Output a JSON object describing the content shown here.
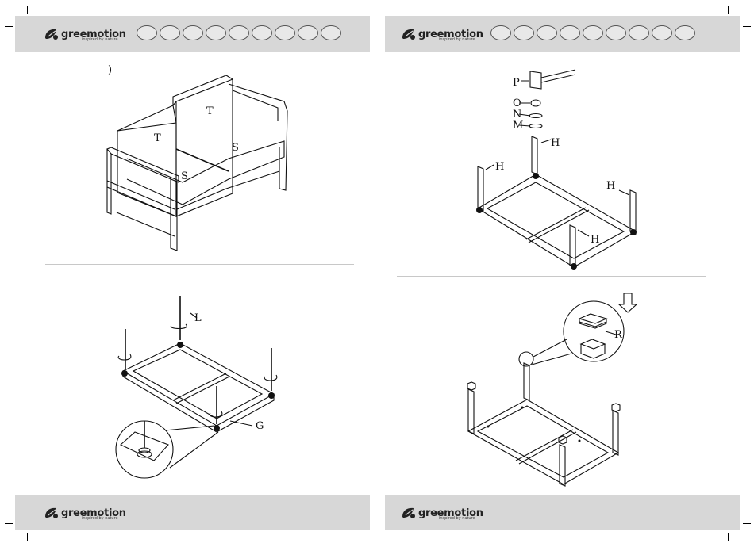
{
  "brand": {
    "name": "greemotion",
    "tagline": "inspired by nature"
  },
  "pages": [
    {
      "side": "left",
      "step_mark": ")",
      "figure_top_labels": [
        "T",
        "T",
        "S",
        "S"
      ],
      "figure_bottom_labels": [
        "L",
        "G"
      ]
    },
    {
      "side": "right",
      "figure_top_labels": [
        "P",
        "O",
        "N",
        "M",
        "H",
        "H",
        "H",
        "H"
      ],
      "figure_bottom_labels": [
        "R"
      ]
    }
  ],
  "colors": {
    "band": "#d7d7d7",
    "line": "#111111"
  }
}
